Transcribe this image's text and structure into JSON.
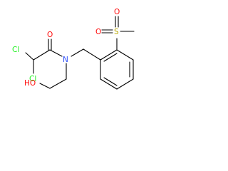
{
  "molecule": {
    "colors": {
      "carbon": "#000000",
      "oxygen": "#ff0d0d",
      "nitrogen": "#3050f8",
      "chlorine": "#1ff01f",
      "sulfur": "#b8a800"
    },
    "atoms": {
      "cl_top": "Cl",
      "cl_bottom": "Cl",
      "carbonyl_o": "O",
      "amide_n": "N",
      "hydroxyl": "HO",
      "sulfonyl_s": "S",
      "sulfonyl_o_left": "O",
      "sulfonyl_o_right": "O"
    }
  }
}
